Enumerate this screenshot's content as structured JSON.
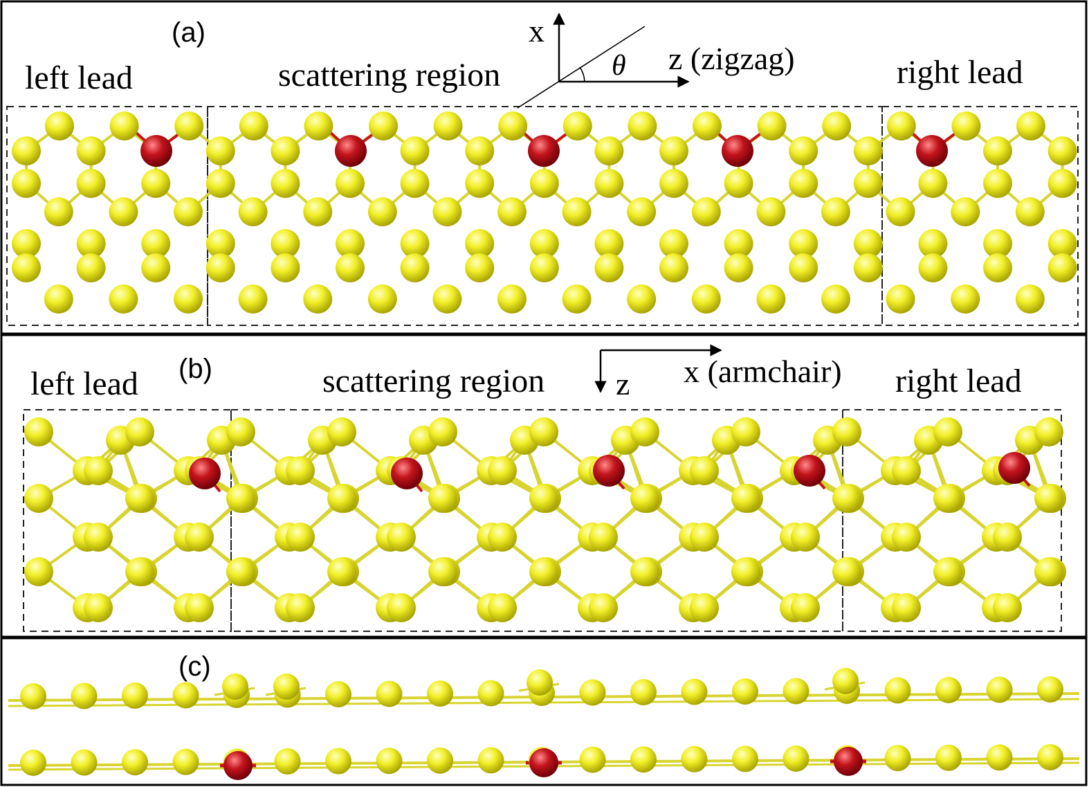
{
  "colors": {
    "sulfur_atom": "#f2ef2a",
    "sulfur_highlight": "#ffffc0",
    "sulfur_shadow": "#a8a400",
    "oxygen_atom": "#c4141c",
    "oxygen_highlight": "#ff8a8a",
    "oxygen_shadow": "#6e0008",
    "bond": "#d8d430",
    "frame": "#000000",
    "box": "#222222"
  },
  "panels": {
    "a": {
      "label": "(a)",
      "left_lead": "left lead",
      "scattering_region": "scattering region",
      "right_lead": "right lead",
      "axis_x": "x",
      "axis_z": "z (zigzag)",
      "angle": "θ"
    },
    "b": {
      "label": "(b)",
      "left_lead": "left lead",
      "scattering_region": "scattering region",
      "right_lead": "right lead",
      "axis_x": "x (armchair)",
      "axis_z": "z"
    },
    "c": {
      "label": "(c)"
    }
  }
}
